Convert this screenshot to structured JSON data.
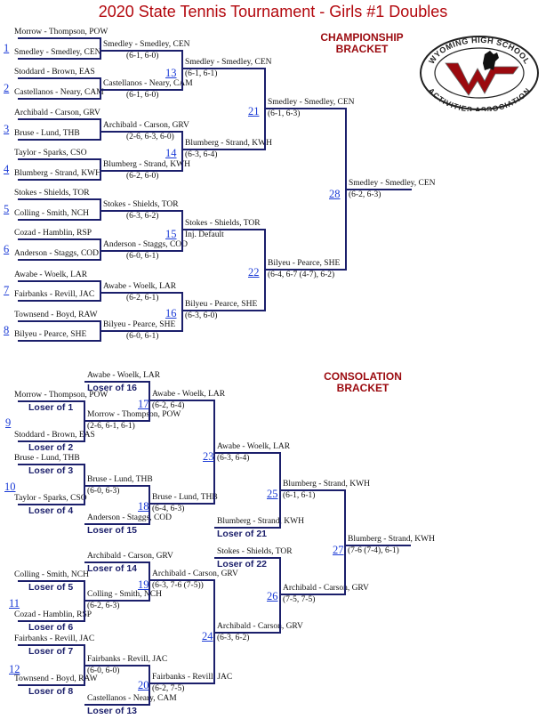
{
  "title": "2020 State Tennis Tournament - Girls #1 Doubles",
  "logo": {
    "top_text": "WYOMING HIGH SCHOOL",
    "bottom_text": "ACTIVITIES ASSOCIATION",
    "accent": "#9b0a0f"
  },
  "championship": {
    "heading_line1": "CHAMPIONSHIP",
    "heading_line2": "BRACKET",
    "match_numbers": [
      "1",
      "2",
      "3",
      "4",
      "5",
      "6",
      "7",
      "8",
      "13",
      "14",
      "15",
      "16",
      "21",
      "22",
      "28"
    ],
    "slots": [
      {
        "team": "Morrow - Thompson, POW"
      },
      {
        "team": "Smedley - Smedley, CEN"
      },
      {
        "team": "Stoddard - Brown, EAS"
      },
      {
        "team": "Castellanos - Neary, CAM"
      },
      {
        "team": "Archibald - Carson, GRV"
      },
      {
        "team": "Bruse - Lund, THB"
      },
      {
        "team": "Taylor - Sparks, CSO"
      },
      {
        "team": "Blumberg - Strand, KWH"
      },
      {
        "team": "Stokes - Shields, TOR"
      },
      {
        "team": "Colling - Smith, NCH"
      },
      {
        "team": "Cozad - Hamblin, RSP"
      },
      {
        "team": "Anderson - Staggs, COD"
      },
      {
        "team": "Awabe - Woelk, LAR"
      },
      {
        "team": "Fairbanks - Revill, JAC"
      },
      {
        "team": "Townsend - Boyd, RAW"
      },
      {
        "team": "Bilyeu - Pearce, SHE"
      },
      {
        "team": "Smedley - Smedley, CEN",
        "score": "(6-1, 6-0)"
      },
      {
        "team": "Castellanos - Neary, CAM",
        "score": "(6-1, 6-0)"
      },
      {
        "team": "Archibald - Carson, GRV",
        "score": "(2-6, 6-3, 6-0)"
      },
      {
        "team": "Blumberg - Strand, KWH",
        "score": "(6-2, 6-0)"
      },
      {
        "team": "Stokes - Shields, TOR",
        "score": "(6-3, 6-2)"
      },
      {
        "team": "Anderson - Staggs, COD",
        "score": "(6-0, 6-1)"
      },
      {
        "team": "Awabe - Woelk, LAR",
        "score": "(6-2, 6-1)"
      },
      {
        "team": "Bilyeu - Pearce, SHE",
        "score": "(6-0, 6-1)"
      },
      {
        "team": "Smedley - Smedley, CEN",
        "score": "(6-1, 6-1)"
      },
      {
        "team": "Blumberg - Strand, KWH",
        "score": "(6-3, 6-4)"
      },
      {
        "team": "Stokes - Shields, TOR",
        "score": "Inj. Default"
      },
      {
        "team": "Bilyeu - Pearce, SHE",
        "score": "(6-3, 6-0)"
      },
      {
        "team": "Smedley - Smedley, CEN",
        "score": "(6-1, 6-3)"
      },
      {
        "team": "Bilyeu - Pearce, SHE",
        "score": "(6-4, 6-7 (4-7), 6-2)"
      },
      {
        "team": "Smedley - Smedley, CEN",
        "score": "(6-2, 6-3)"
      }
    ]
  },
  "consolation": {
    "heading_line1": "CONSOLATION",
    "heading_line2": "BRACKET",
    "match_numbers": [
      "9",
      "10",
      "11",
      "12",
      "17",
      "18",
      "19",
      "20",
      "23",
      "24",
      "25",
      "26",
      "27"
    ],
    "slots": [
      {
        "team": "Morrow - Thompson, POW",
        "label": "Loser of 1"
      },
      {
        "team": "Stoddard - Brown, EAS",
        "label": "Loser of 2"
      },
      {
        "team": "Bruse - Lund, THB",
        "label": "Loser of 3"
      },
      {
        "team": "Taylor - Sparks, CSO",
        "label": "Loser of 4"
      },
      {
        "team": "Colling - Smith, NCH",
        "label": "Loser of 5"
      },
      {
        "team": "Cozad - Hamblin, RSP",
        "label": "Loser of 6"
      },
      {
        "team": "Fairbanks - Revill, JAC",
        "label": "Loser of 7"
      },
      {
        "team": "Townsend - Boyd, RAW",
        "label": "Loser of 8"
      },
      {
        "team": "Awabe - Woelk, LAR",
        "label": "Loser of 16"
      },
      {
        "team": "Morrow - Thompson, POW",
        "score": "(2-6, 6-1, 6-1)"
      },
      {
        "team": "Bruse - Lund, THB",
        "score": "(6-0, 6-3)"
      },
      {
        "team": "Anderson - Staggs, COD",
        "label": "Loser of 15"
      },
      {
        "team": "Archibald - Carson, GRV",
        "label": "Loser of 14"
      },
      {
        "team": "Colling - Smith, NCH",
        "score": "(6-2, 6-3)"
      },
      {
        "team": "Fairbanks - Revill, JAC",
        "score": "(6-0, 6-0)"
      },
      {
        "team": "Castellanos - Neary, CAM",
        "label": "Loser of 13"
      },
      {
        "team": "Awabe - Woelk, LAR",
        "score": "(6-2, 6-4)"
      },
      {
        "team": "Bruse - Lund, THB",
        "score": "(6-4, 6-3)"
      },
      {
        "team": "Archibald - Carson, GRV",
        "score": "(6-3, 7-6 (7-5))"
      },
      {
        "team": "Fairbanks - Revill, JAC",
        "score": "(6-2, 7-5)"
      },
      {
        "team": "Awabe - Woelk, LAR",
        "score": "(6-3, 6-4)"
      },
      {
        "team": "Blumberg - Strand, KWH",
        "label": "Loser of 21"
      },
      {
        "team": "Stokes - Shields, TOR",
        "label": "Loser of 22"
      },
      {
        "team": "Archibald - Carson, GRV",
        "score": "(6-3, 6-2)"
      },
      {
        "team": "Blumberg - Strand, KWH",
        "score": "(6-1, 6-1)"
      },
      {
        "team": "Archibald - Carson, GRV",
        "score": "(7-5, 7-5)"
      },
      {
        "team": "Blumberg - Strand, KWH",
        "score": "(7-6 (7-4), 6-1)"
      }
    ]
  }
}
